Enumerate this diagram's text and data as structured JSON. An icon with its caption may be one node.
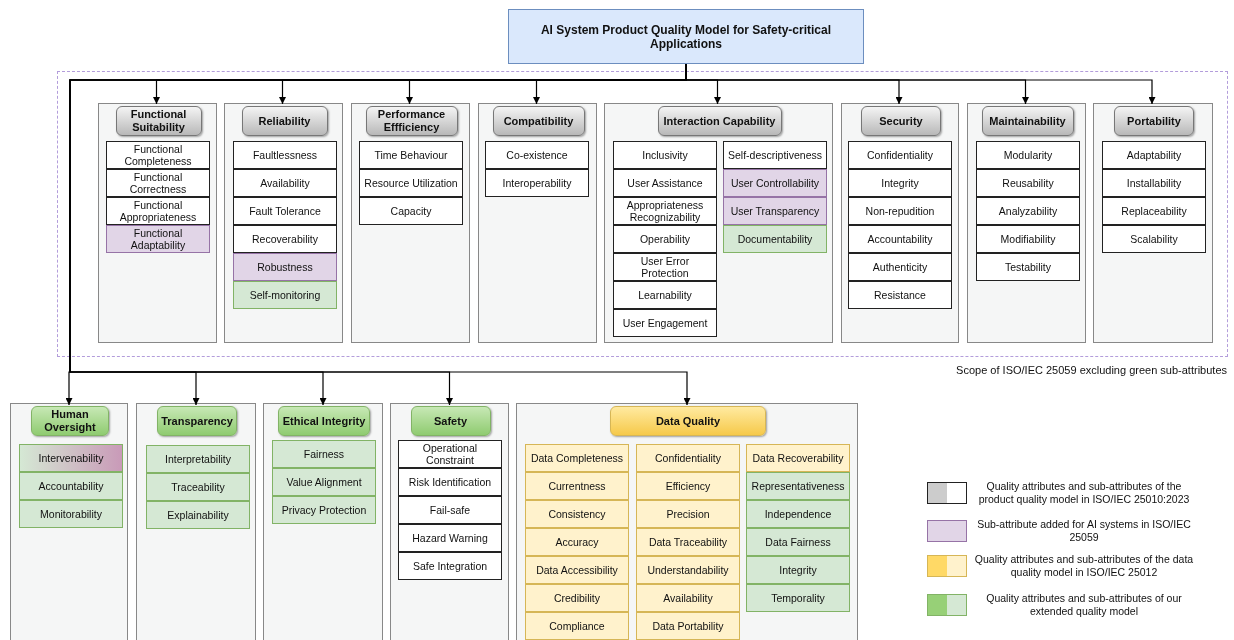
{
  "diagram": {
    "nodes": [
      {
        "text": [
          "AI System Product Quality Model for Safety-critical Applications"
        ]
      },
      {
        "text": [
          "Scope of ISO/IEC 25059 excluding green sub-attributes"
        ]
      },
      {
        "text": [],
        "shape": "box",
        "in": 1
      },
      {
        "text": [
          "Functional Suitability"
        ],
        "in": 2
      },
      {
        "text": [
          "Functional Completeness"
        ],
        "in": 2
      },
      {
        "text": [
          "Functional Correctness"
        ],
        "in": 2
      },
      {
        "text": [
          "Functional Appropriateness"
        ],
        "in": 2
      },
      {
        "text": [
          "Functional Adaptability"
        ],
        "in": 2
      },
      {
        "text": [],
        "shape": "box",
        "in": 1
      },
      {
        "text": [
          "Reliability"
        ],
        "in": 8
      },
      {
        "text": [
          "Faultlessness"
        ],
        "in": 8
      },
      {
        "text": [
          "Availability"
        ],
        "in": 8
      },
      {
        "text": [
          "Fault Tolerance"
        ],
        "in": 8
      },
      {
        "text": [
          "Recoverability"
        ],
        "in": 8
      },
      {
        "text": [
          "Robustness"
        ],
        "in": 8
      },
      {
        "text": [
          "Self-monitoring"
        ],
        "in": 8
      },
      {
        "text": [],
        "shape": "box",
        "in": 1
      },
      {
        "text": [
          "Performance Effficiency"
        ],
        "in": 16
      },
      {
        "text": [
          "Time Behaviour"
        ],
        "in": 16
      },
      {
        "text": [
          "Resource Utilization"
        ],
        "in": 16
      },
      {
        "text": [
          "Capacity"
        ],
        "in": 16
      },
      {
        "text": [],
        "shape": "box",
        "in": 1
      },
      {
        "text": [
          "Compatibility"
        ],
        "in": 21
      },
      {
        "text": [
          "Co-existence"
        ],
        "in": 21
      },
      {
        "text": [
          "Interoperability"
        ],
        "in": 21
      },
      {
        "text": [],
        "shape": "box",
        "in": 1
      },
      {
        "text": [
          "Interaction Capability"
        ],
        "in": 25
      },
      {
        "text": [
          "Inclusivity"
        ],
        "in": 25
      },
      {
        "text": [
          "User Assistance"
        ],
        "in": 25
      },
      {
        "text": [
          "Appropriateness Recognizability"
        ],
        "in": 25
      },
      {
        "text": [
          "Operability"
        ],
        "in": 25
      },
      {
        "text": [
          "User Error Protection"
        ],
        "in": 25
      },
      {
        "text": [
          "Learnability"
        ],
        "in": 25
      },
      {
        "text": [
          "User Engagement"
        ],
        "in": 25
      },
      {
        "text": [
          "Self-descriptiveness"
        ],
        "in": 25
      },
      {
        "text": [
          "User Controllability"
        ],
        "in": 25
      },
      {
        "text": [
          "User Transparency"
        ],
        "in": 25
      },
      {
        "text": [
          "Documentability"
        ],
        "in": 25
      },
      {
        "text": [],
        "shape": "box",
        "in": 1
      },
      {
        "text": [
          "Security"
        ],
        "in": 38
      },
      {
        "text": [
          "Confidentiality"
        ],
        "in": 38
      },
      {
        "text": [
          "Integrity"
        ],
        "in": 38
      },
      {
        "text": [
          "Non-repudition"
        ],
        "in": 38
      },
      {
        "text": [
          "Accountability"
        ],
        "in": 38
      },
      {
        "text": [
          "Authenticity"
        ],
        "in": 38
      },
      {
        "text": [
          "Resistance"
        ],
        "in": 38
      },
      {
        "text": [],
        "shape": "box",
        "in": 1
      },
      {
        "text": [
          "Maintainability"
        ],
        "in": 46
      },
      {
        "text": [
          "Modularity"
        ],
        "in": 46
      },
      {
        "text": [
          "Reusability"
        ],
        "in": 46
      },
      {
        "text": [
          "Analyzability"
        ],
        "in": 46
      },
      {
        "text": [
          "Modifiability"
        ],
        "in": 46
      },
      {
        "text": [
          "Testability"
        ],
        "in": 46
      },
      {
        "text": [],
        "shape": "box",
        "in": 1
      },
      {
        "text": [
          "Portability"
        ],
        "in": 53
      },
      {
        "text": [
          "Adaptability"
        ],
        "in": 53
      },
      {
        "text": [
          "Installability"
        ],
        "in": 53
      },
      {
        "text": [
          "Replaceability"
        ],
        "in": 53
      },
      {
        "text": [
          "Scalability"
        ],
        "in": 53
      },
      {
        "text": [],
        "shape": "box"
      },
      {
        "text": [
          "Human Oversight"
        ],
        "in": 59
      },
      {
        "text": [
          "Intervenability"
        ],
        "in": 59
      },
      {
        "text": [
          "Accountability"
        ],
        "in": 59
      },
      {
        "text": [
          "Monitorability"
        ],
        "in": 59
      },
      {
        "text": [],
        "shape": "box"
      },
      {
        "text": [
          "Transparency"
        ],
        "in": 64
      },
      {
        "text": [
          "Interpretability"
        ],
        "in": 64
      },
      {
        "text": [
          "Traceability"
        ],
        "in": 64
      },
      {
        "text": [
          "Explainability"
        ],
        "in": 64
      },
      {
        "text": [],
        "shape": "box"
      },
      {
        "text": [
          "Ethical Integrity"
        ],
        "in": 69
      },
      {
        "text": [
          "Fairness"
        ],
        "in": 69
      },
      {
        "text": [
          "Value Alignment"
        ],
        "in": 69
      },
      {
        "text": [
          "Privacy Protection"
        ],
        "in": 69
      },
      {
        "text": [],
        "shape": "box"
      },
      {
        "text": [
          "Safety"
        ],
        "in": 74
      },
      {
        "text": [
          "Operational Constraint"
        ],
        "in": 74
      },
      {
        "text": [
          "Risk Identification"
        ],
        "in": 74
      },
      {
        "text": [
          "Fail-safe"
        ],
        "in": 74
      },
      {
        "text": [
          "Hazard Warning"
        ],
        "in": 74
      },
      {
        "text": [
          "Safe Integration"
        ],
        "in": 74
      },
      {
        "text": [],
        "shape": "box"
      },
      {
        "text": [
          "Data Quality"
        ],
        "in": 81
      },
      {
        "text": [
          "Data Completeness"
        ],
        "in": 81
      },
      {
        "text": [
          "Currentness"
        ],
        "in": 81
      },
      {
        "text": [
          "Consistency"
        ],
        "in": 81
      },
      {
        "text": [
          "Accuracy"
        ],
        "in": 81
      },
      {
        "text": [
          "Data Accessibility"
        ],
        "in": 81
      },
      {
        "text": [
          "Credibility"
        ],
        "in": 81
      },
      {
        "text": [
          "Compliance"
        ],
        "in": 81
      },
      {
        "text": [
          "Confidentiality"
        ],
        "in": 81
      },
      {
        "text": [
          "Efficiency"
        ],
        "in": 81
      },
      {
        "text": [
          "Precision"
        ],
        "in": 81
      },
      {
        "text": [
          "Data Traceability"
        ],
        "in": 81
      },
      {
        "text": [
          "Understandability"
        ],
        "in": 81
      },
      {
        "text": [
          "Availability"
        ],
        "in": 81
      },
      {
        "text": [
          "Data Portability"
        ],
        "in": 81
      },
      {
        "text": [
          "Data Recoverability"
        ],
        "in": 81
      },
      {
        "text": [
          "Representativeness"
        ],
        "in": 81
      },
      {
        "text": [
          "Independence"
        ],
        "in": 81
      },
      {
        "text": [
          "Data Fairness"
        ],
        "in": 81
      },
      {
        "text": [
          "Integrity"
        ],
        "in": 81
      },
      {
        "text": [
          "Temporality"
        ],
        "in": 81
      }
    ],
    "edges": [
      {
        "from": 0,
        "to": 3,
        "arrow": "to"
      },
      {
        "from": 0,
        "to": 9,
        "arrow": "to"
      },
      {
        "from": 0,
        "to": 17,
        "arrow": "to"
      },
      {
        "from": 0,
        "to": 22,
        "arrow": "to"
      },
      {
        "from": 0,
        "to": 26,
        "arrow": "to"
      },
      {
        "from": 0,
        "to": 39,
        "arrow": "to"
      },
      {
        "from": 0,
        "to": 47,
        "arrow": "to"
      },
      {
        "from": 0,
        "to": 54,
        "arrow": "to"
      },
      {
        "from": 0,
        "to": 60,
        "arrow": "to"
      },
      {
        "from": 0,
        "to": 65,
        "arrow": "to"
      },
      {
        "from": 0,
        "to": 70,
        "arrow": "to"
      },
      {
        "from": 0,
        "to": 75,
        "arrow": "to"
      },
      {
        "from": 0,
        "to": 82,
        "arrow": "to"
      }
    ],
    "legend": [
      {
        "text": "Quality attributes and sub-attributes of the product quality model in ISO/IEC 25010:2023",
        "color": "#cccccc"
      },
      {
        "text": "Sub-attribute added for AI systems in ISO/IEC 25059",
        "color": "#e1d5e7"
      },
      {
        "text": "Quality attributes and sub-attributes of the data quality model in ISO/IEC 25012",
        "color": "#ffd966"
      },
      {
        "text": "Quality attributes and sub-attributes of our extended quality model",
        "color": "#97d077"
      }
    ]
  }
}
